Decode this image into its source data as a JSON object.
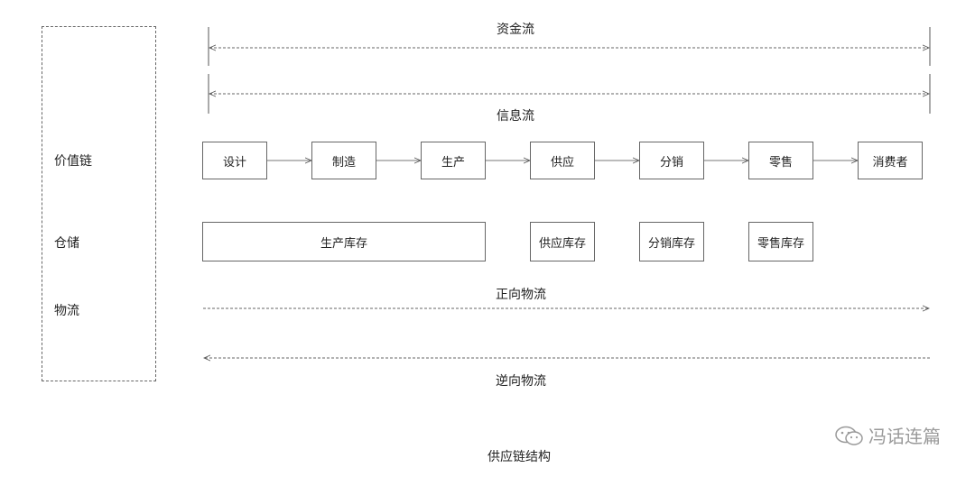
{
  "flows": {
    "capital_flow": "资金流",
    "info_flow": "信息流",
    "forward_logistics": "正向物流",
    "reverse_logistics": "逆向物流"
  },
  "rows": {
    "value_chain": "价值链",
    "storage": "仓储",
    "logistics": "物流"
  },
  "value_chain_steps": [
    "设计",
    "制造",
    "生产",
    "供应",
    "分销",
    "零售",
    "消费者"
  ],
  "inventory": {
    "production": "生产库存",
    "supply": "供应库存",
    "distribution": "分销库存",
    "retail": "零售库存"
  },
  "caption": "供应链结构",
  "watermark": "冯话连篇"
}
